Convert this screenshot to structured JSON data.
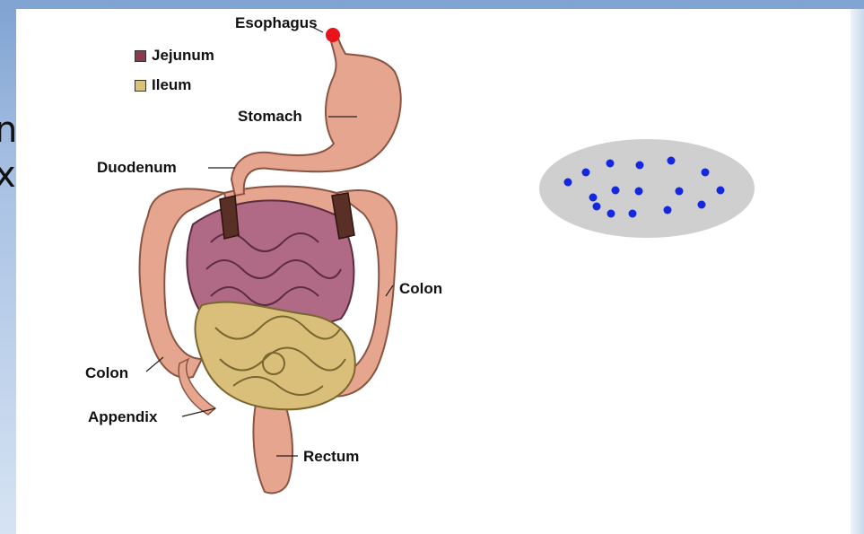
{
  "slide": {
    "left_partial_text": [
      "n",
      "x"
    ]
  },
  "diagram": {
    "labels": {
      "esophagus": "Esophagus",
      "stomach": "Stomach",
      "duodenum": "Duodenum",
      "colon_right": "Colon",
      "colon_left": "Colon",
      "appendix": "Appendix",
      "rectum": "Rectum"
    },
    "legend": [
      {
        "label": "Jejunum",
        "color": "#8b3a4e"
      },
      {
        "label": "Ileum",
        "color": "#d9c27a"
      }
    ],
    "colors": {
      "esophagus_marker": "#e8131b",
      "organ_tissue": "#e6a58f",
      "jejunum": "#b06a86",
      "ileum": "#d9bf7a",
      "particles": "#1428e0",
      "oval": "#cfcfcf"
    }
  }
}
